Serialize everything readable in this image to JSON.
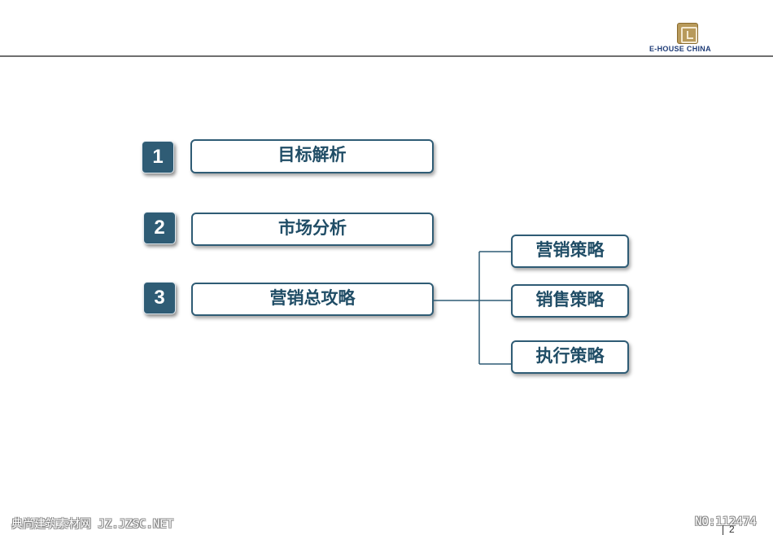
{
  "logo": {
    "text": "E-HOUSE CHINA"
  },
  "agenda": [
    {
      "number": "1",
      "label": "目标解析"
    },
    {
      "number": "2",
      "label": "市场分析"
    },
    {
      "number": "3",
      "label": "营销总攻略"
    }
  ],
  "sub_items": [
    {
      "label": "营销策略"
    },
    {
      "label": "销售策略"
    },
    {
      "label": "执行策略"
    }
  ],
  "footer": {
    "left_watermark": "典尚建筑素材网 JZ.JZSC.NET",
    "right_watermark": "NO:112474",
    "page_number": "2"
  },
  "colors": {
    "accent": "#2f5c75",
    "text": "#204d66",
    "header_line": "#6f6f6f"
  }
}
